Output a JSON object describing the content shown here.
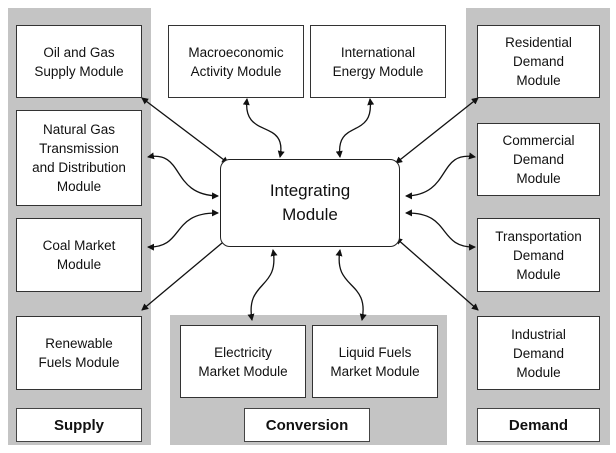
{
  "panels": {
    "supply_label": "Supply",
    "conversion_label": "Conversion",
    "demand_label": "Demand"
  },
  "center": {
    "label": "Integrating\nModule"
  },
  "modules": {
    "oil_gas": "Oil and Gas\nSupply Module",
    "natural_gas": "Natural Gas\nTransmission\nand Distribution\nModule",
    "coal": "Coal Market\nModule",
    "renewable": "Renewable\nFuels Module",
    "macro": "Macroeconomic\nActivity Module",
    "international": "International\nEnergy Module",
    "electricity": "Electricity\nMarket Module",
    "liquid_fuels": "Liquid Fuels\nMarket Module",
    "residential": "Residential\nDemand\nModule",
    "commercial": "Commercial\nDemand\nModule",
    "transportation": "Transportation\nDemand\nModule",
    "industrial": "Industrial\nDemand\nModule"
  },
  "colors": {
    "panel": "#c4c4c4",
    "arrow": "#111111"
  }
}
